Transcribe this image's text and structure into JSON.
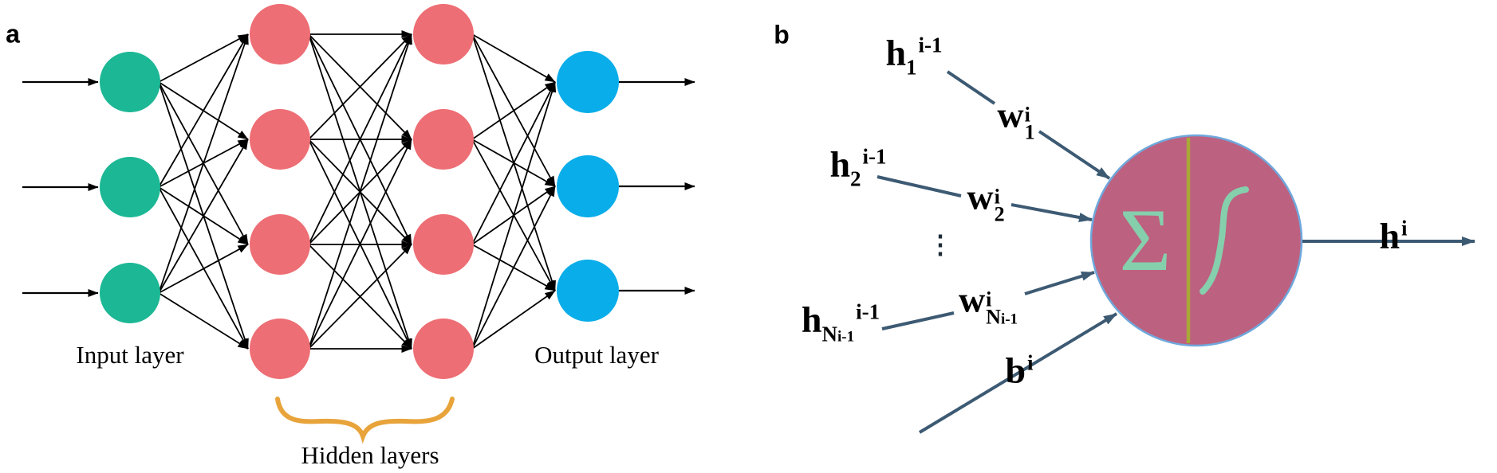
{
  "panel_a": {
    "label": "a",
    "captions": {
      "input": "Input layer",
      "output": "Output layer",
      "hidden": "Hidden layers"
    },
    "layers": [
      {
        "name": "input-layer",
        "count": 3
      },
      {
        "name": "hidden-layer-1",
        "count": 4
      },
      {
        "name": "hidden-layer-2",
        "count": 4
      },
      {
        "name": "output-layer",
        "count": 3
      }
    ],
    "colors": {
      "input_node": "#1cb795",
      "hidden_node": "#ed6e74",
      "output_node": "#09ade9",
      "edge": "#000000",
      "brace": "#e8a43b",
      "caption_text": "#000000"
    }
  },
  "panel_b": {
    "label": "b",
    "inputs": [
      {
        "base": "h",
        "sub": "1",
        "sup": "i-1"
      },
      {
        "base": "h",
        "sub": "2",
        "sup": "i-1"
      },
      {
        "base": "h",
        "sub": "N",
        "subsmall": "i-1",
        "sup": "i-1"
      }
    ],
    "ellipsis": "⋮",
    "weights": [
      {
        "base": "w",
        "sup": "i",
        "sub": "1"
      },
      {
        "base": "w",
        "sup": "i",
        "sub": "2"
      },
      {
        "base": "w",
        "sup": "i",
        "sub": "N",
        "subsmall": "i-1"
      }
    ],
    "bias": {
      "base": "b",
      "sup": "i"
    },
    "output": {
      "base": "h",
      "sup": "i"
    },
    "neuron": {
      "sum_symbol": "Σ",
      "activation_symbol": "∫"
    },
    "colors": {
      "arrow": "#3d5a73",
      "neuron_fill": "#bd6180",
      "neuron_stroke": "#6fa8dc",
      "divider": "#a8a838",
      "symbol": "#85cfac",
      "label_text": "#000000"
    }
  }
}
